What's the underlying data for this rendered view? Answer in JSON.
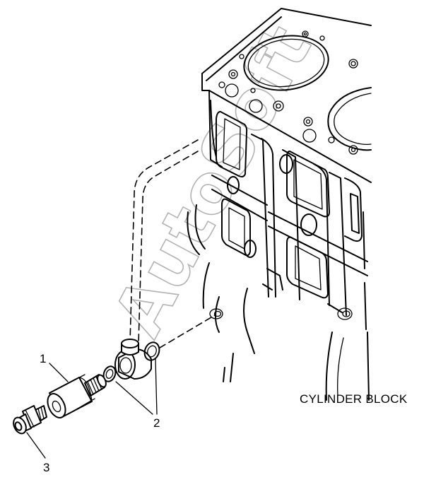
{
  "diagram": {
    "caption": "CYLINDER BLOCK",
    "callouts": [
      "1",
      "2",
      "3"
    ],
    "watermark": "AutoSoft"
  }
}
